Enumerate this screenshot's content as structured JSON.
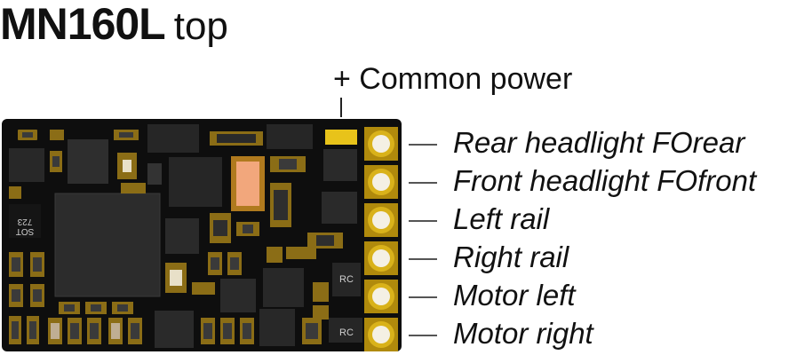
{
  "title": {
    "model": "MN160L",
    "view": "top"
  },
  "common_power_label": "+ Common power",
  "pins": [
    {
      "label": "Rear headlight FOrear"
    },
    {
      "label": "Front headlight FOfront"
    },
    {
      "label": "Left rail"
    },
    {
      "label": "Right rail"
    },
    {
      "label": "Motor left"
    },
    {
      "label": "Motor right"
    }
  ],
  "markings": {
    "sot": "SOT\n723",
    "rc1": "RC",
    "rc2": "RC"
  },
  "colors": {
    "pcb": "#0e0e0e",
    "pad": "#d9b21a",
    "pad_ring": "#b08a0c",
    "chip": "#2c2c2c",
    "label_text": "#111111"
  }
}
